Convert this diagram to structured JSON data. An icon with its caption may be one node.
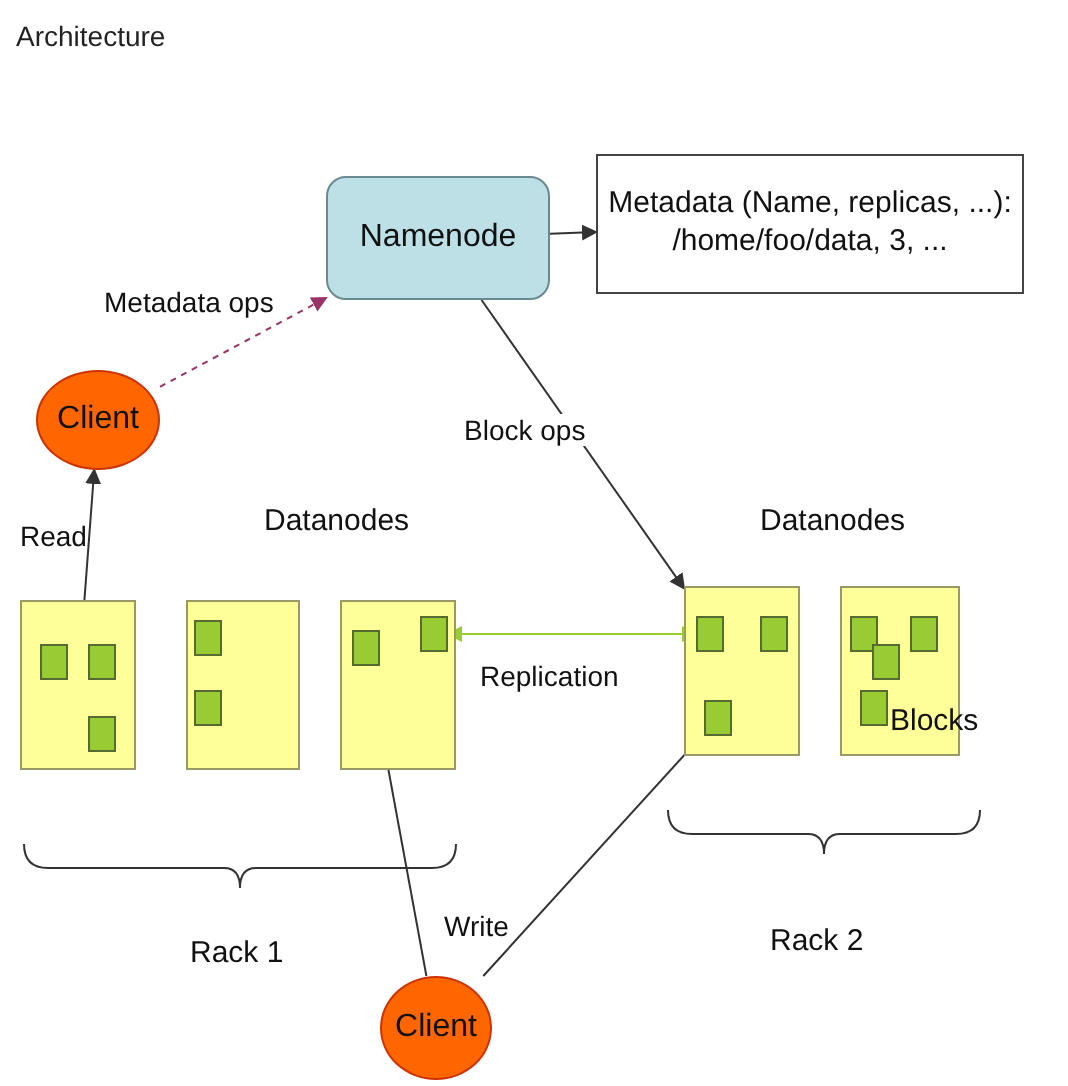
{
  "diagram": {
    "title": "Architecture",
    "nodes": [
      {
        "text": [
          "Namenode"
        ]
      },
      {
        "text": [
          "Metadata (Name, replicas, ...): /home/foo/data, 3, ..."
        ]
      },
      {
        "text": [
          "Client"
        ]
      },
      {
        "text": [
          "Client"
        ]
      },
      {
        "text": [],
        "shape": "box"
      },
      {
        "text": [],
        "shape": "box"
      },
      {
        "text": [],
        "shape": "box"
      },
      {
        "text": [],
        "shape": "box"
      },
      {
        "text": [],
        "shape": "box"
      },
      {
        "text": [],
        "shape": "box",
        "in": 4
      },
      {
        "text": [],
        "shape": "box",
        "in": 4
      },
      {
        "text": [],
        "shape": "box",
        "in": 4
      },
      {
        "text": [],
        "shape": "box",
        "in": 5
      },
      {
        "text": [],
        "shape": "box",
        "in": 5
      },
      {
        "text": [],
        "shape": "box",
        "in": 6
      },
      {
        "text": [],
        "shape": "box",
        "in": 6
      },
      {
        "text": [],
        "shape": "box",
        "in": 7
      },
      {
        "text": [],
        "shape": "box",
        "in": 7
      },
      {
        "text": [],
        "shape": "box",
        "in": 7
      },
      {
        "text": [],
        "shape": "box",
        "in": 8
      },
      {
        "text": [],
        "shape": "box",
        "in": 8
      },
      {
        "text": [],
        "shape": "box",
        "in": 8
      },
      {
        "text": [],
        "shape": "box",
        "in": 8
      }
    ],
    "edges": [
      {
        "from": 2,
        "to": 0,
        "arrow": "to",
        "label": "Metadata ops",
        "style": "dashed",
        "color": "#993366"
      },
      {
        "from": 0,
        "to": 1,
        "arrow": "to"
      },
      {
        "from": 0,
        "to": 7,
        "arrow": "to",
        "label": "Block ops"
      },
      {
        "from": 4,
        "to": 2,
        "arrow": "to",
        "label": "Read"
      },
      {
        "from": 15,
        "to": 16,
        "arrow": "both",
        "label": "Replication",
        "color": "#99cc33"
      },
      {
        "from": 3,
        "to": 14,
        "arrow": "to",
        "label": "Write"
      },
      {
        "from": 3,
        "to": 18,
        "arrow": "to"
      }
    ],
    "labels": [
      "Datanodes",
      "Datanodes",
      "Blocks",
      "Rack 1",
      "Rack 2"
    ]
  }
}
